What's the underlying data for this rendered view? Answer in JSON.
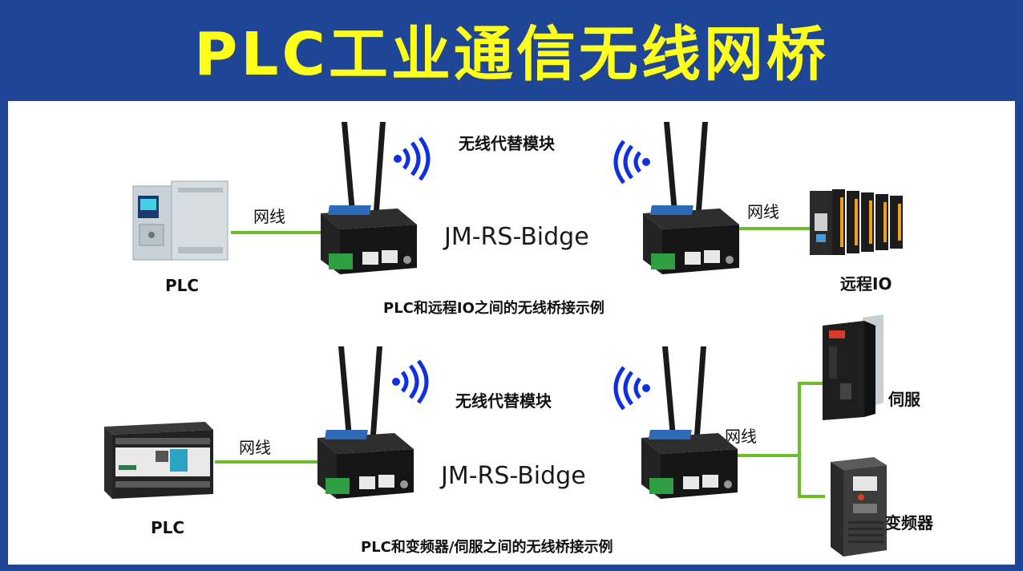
{
  "title": "PLC工业通信无线网桥",
  "row1": {
    "wireless_label": "无线代替模块",
    "cable_left_label": "网线",
    "cable_right_label": "网线",
    "model": "JM-RS-Bidge",
    "left_device": "PLC",
    "right_device": "远程IO",
    "caption": "PLC和远程IO之间的无线桥接示例"
  },
  "row2": {
    "wireless_label": "无线代替模块",
    "cable_left_label": "网线",
    "cable_right_label": "网线",
    "model": "JM-RS-Bidge",
    "left_device": "PLC",
    "right_device_top": "伺服",
    "right_device_bottom": "变频器",
    "caption": "PLC和变频器/伺服之间的无线桥接示例"
  },
  "colors": {
    "header_bg": "#1f4696",
    "title_text": "#ffff1a",
    "cable": "#6cbe2a",
    "wifi": "#1030e0"
  },
  "icons": [
    "router-icon",
    "wifi-signal-icon",
    "plc-icon",
    "remote-io-icon",
    "servo-drive-icon",
    "frequency-converter-icon"
  ]
}
